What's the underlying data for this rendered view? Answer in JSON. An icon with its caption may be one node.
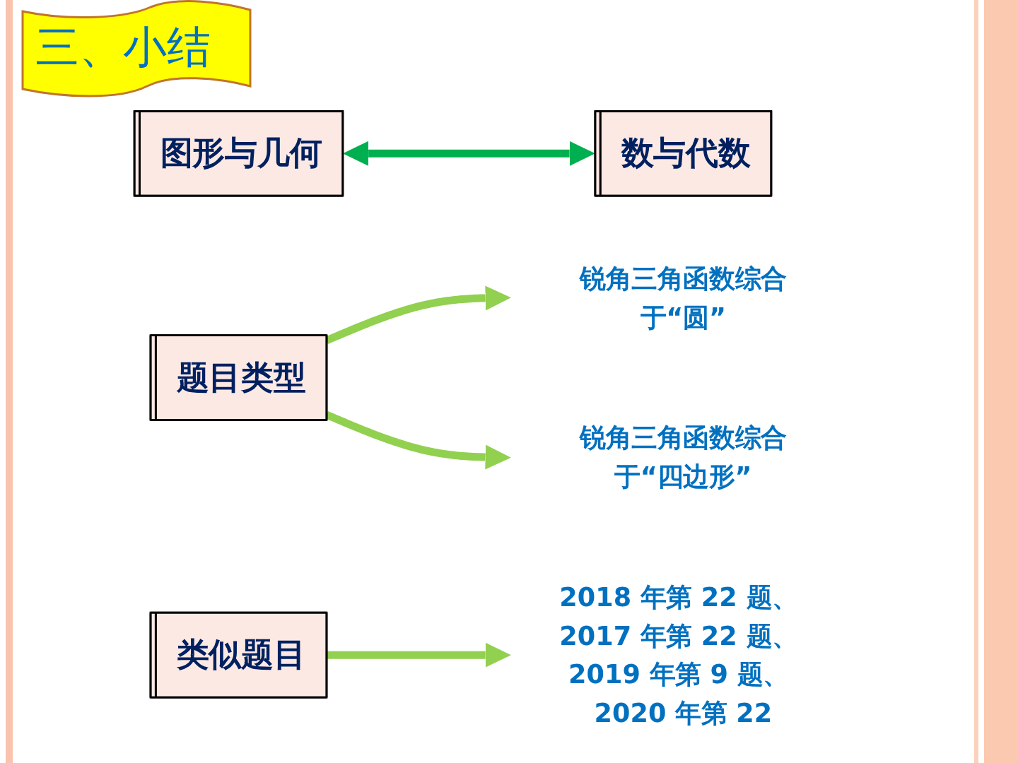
{
  "diagram": {
    "title": "三、小结",
    "nodes": [
      {
        "text": [
          "图形与几何"
        ]
      },
      {
        "text": [
          "数与代数"
        ]
      },
      {
        "text": [
          "题目类型"
        ]
      },
      {
        "text": [
          "锐角三角函数综合于“圆”"
        ]
      },
      {
        "text": [
          "锐角三角函数综合于“四边形”"
        ]
      },
      {
        "text": [
          "类似题目"
        ]
      },
      {
        "text": [
          "2018 年第 22 题、 2017 年第 22 题、 2019 年第 9 题、 2020 年第 22"
        ]
      }
    ],
    "edges": [
      {
        "from": 0,
        "to": 1,
        "arrow": "both",
        "color": "#00b050"
      },
      {
        "from": 2,
        "to": 3,
        "arrow": "to"
      },
      {
        "from": 2,
        "to": 4,
        "arrow": "to"
      },
      {
        "from": 5,
        "to": 6,
        "arrow": "to"
      }
    ]
  }
}
